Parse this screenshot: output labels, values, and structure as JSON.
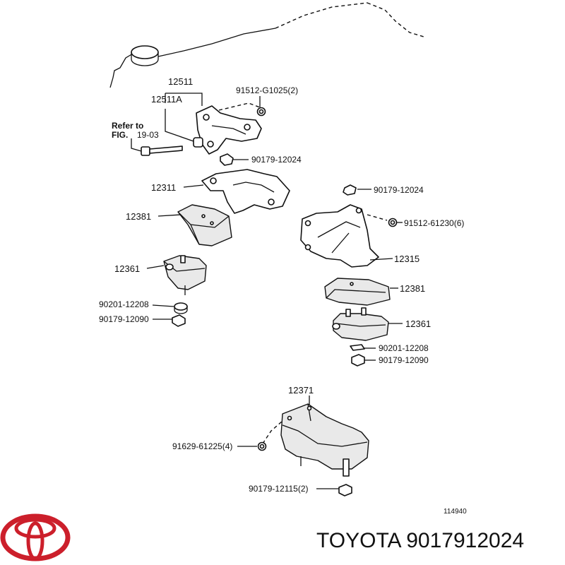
{
  "labels": {
    "l12511": "12511",
    "l12511a": "12511A",
    "l91512g": "91512-G1025(2)",
    "refer1": "Refer to",
    "refer2": "FIG.",
    "refer3": "19-03",
    "l90179_12024_a": "90179-12024",
    "l12311": "12311",
    "l90179_12024_b": "90179-12024",
    "l12381_a": "12381",
    "l91512_61230": "91512-61230(6)",
    "l12361_a": "12361",
    "l12315": "12315",
    "l12381_b": "12381",
    "l90201_a": "90201-12208",
    "l90179_12090_a": "90179-12090",
    "l12361_b": "12361",
    "l90201_b": "90201-12208",
    "l90179_12090_b": "90179-12090",
    "l12371": "12371",
    "l91629": "91629-61225(4)",
    "l90179_12115": "90179-12115(2)",
    "l114940": "114940"
  },
  "footer": {
    "brand_text": "TOYOTA 9017912024"
  },
  "colors": {
    "logo": "#cc1f2b",
    "ink": "#111111"
  }
}
